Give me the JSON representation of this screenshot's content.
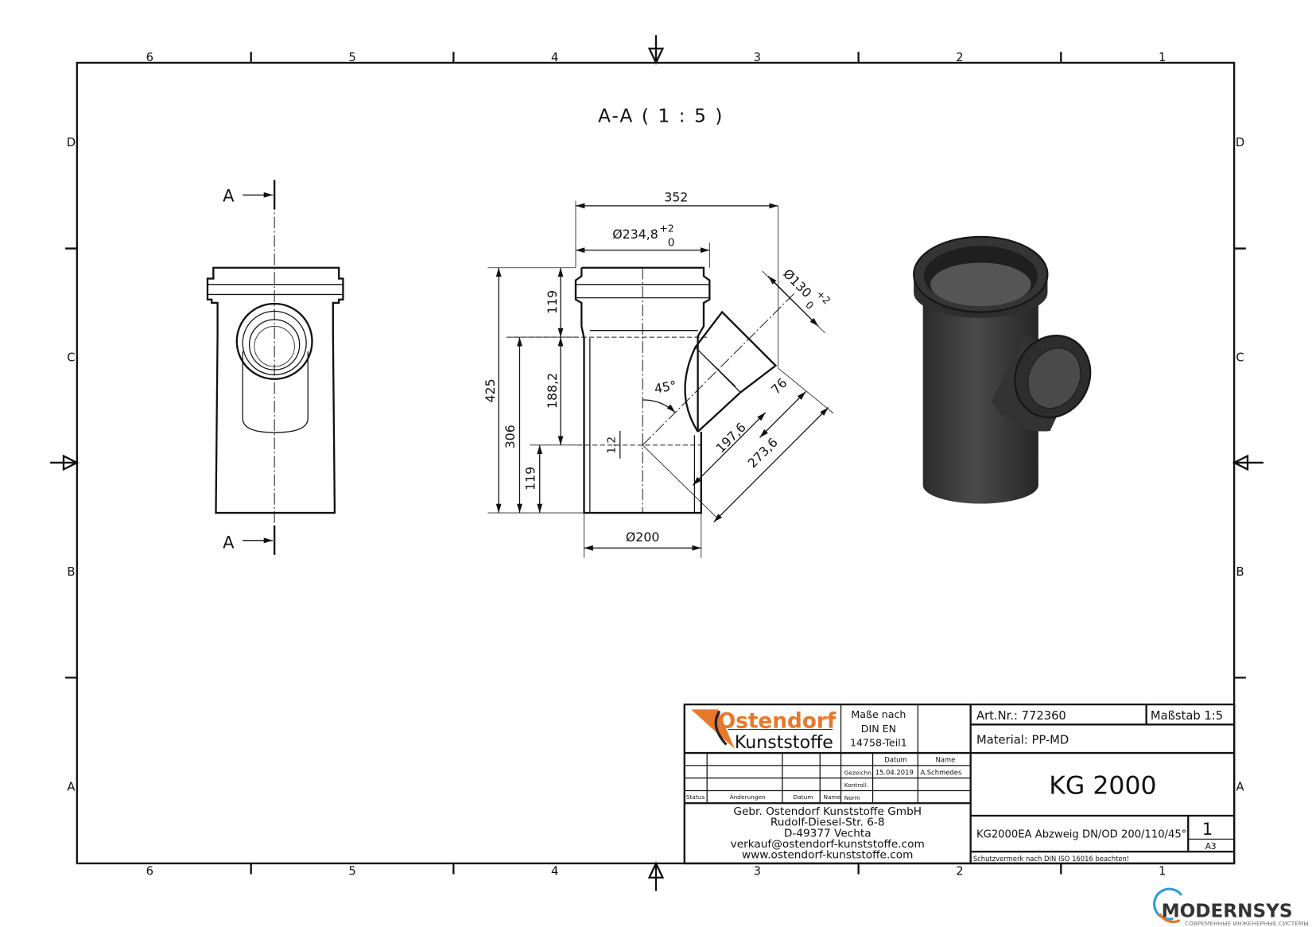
{
  "frame": {
    "zones_top": [
      "6",
      "5",
      "4",
      "3",
      "2",
      "1"
    ],
    "zones_side": [
      "D",
      "C",
      "B",
      "A"
    ]
  },
  "section_title": "A-A ( 1 : 5 )",
  "section_marks": {
    "top": "A",
    "bottom": "A"
  },
  "dimensions": {
    "overall_width": "352",
    "socket_diameter": "Ø234,8",
    "socket_tol_upper": "+2",
    "socket_tol_lower": "0",
    "overall_height": "425",
    "height_306": "306",
    "lower_119": "119",
    "upper_119": "119",
    "mid_188": "188,2",
    "offset_12": "1,2",
    "pipe_diameter": "Ø200",
    "angle": "45°",
    "branch_socket_len": "76",
    "branch_len_197": "197,6",
    "branch_len_273": "273,6",
    "branch_diameter": "Ø130",
    "branch_tol_upper": "+2",
    "branch_tol_lower": "0"
  },
  "title_block": {
    "logo_line1": "Ostendorf",
    "logo_line2": "Kunststoffe",
    "standard_line1": "Maße nach",
    "standard_line2": "DIN EN",
    "standard_line3": "14758-Teil1",
    "col_datum": "Datum",
    "col_name": "Name",
    "row_gezeichn": "Gezeichn.",
    "drawn_date": "15.04.2019",
    "drawn_name": "A.Schmedes",
    "row_kontroll": "Kontroll.",
    "row_norm": "Norm",
    "rev_status": "Status",
    "rev_changes": "Änderungen",
    "rev_date": "Datum",
    "rev_name": "Name",
    "company": "Gebr. Ostendorf Kunststoffe GmbH",
    "street": "Rudolf-Diesel-Str. 6-8",
    "city": "D-49377 Vechta",
    "email": "verkauf@ostendorf-kunststoffe.com",
    "web": "www.ostendorf-kunststoffe.com",
    "art_nr": "Art.Nr.: 772360",
    "scale": "Maßstab 1:5",
    "material": "Material: PP-MD",
    "product": "KG 2000",
    "description": "KG2000EA Abzweig DN/OD 200/110/45°",
    "sheet": "1",
    "format": "A3",
    "protection_note": "Schutzvermerk nach DIN ISO 16016 beachten!"
  },
  "watermark": {
    "brand": "MODERNSYS",
    "tagline": "СОВРЕМЕННЫЕ ИНЖЕНЕРНЫЕ СИСТЕМЫ"
  },
  "colors": {
    "logo_orange": "#e8782a",
    "render_gray": "#3a3a3a"
  }
}
